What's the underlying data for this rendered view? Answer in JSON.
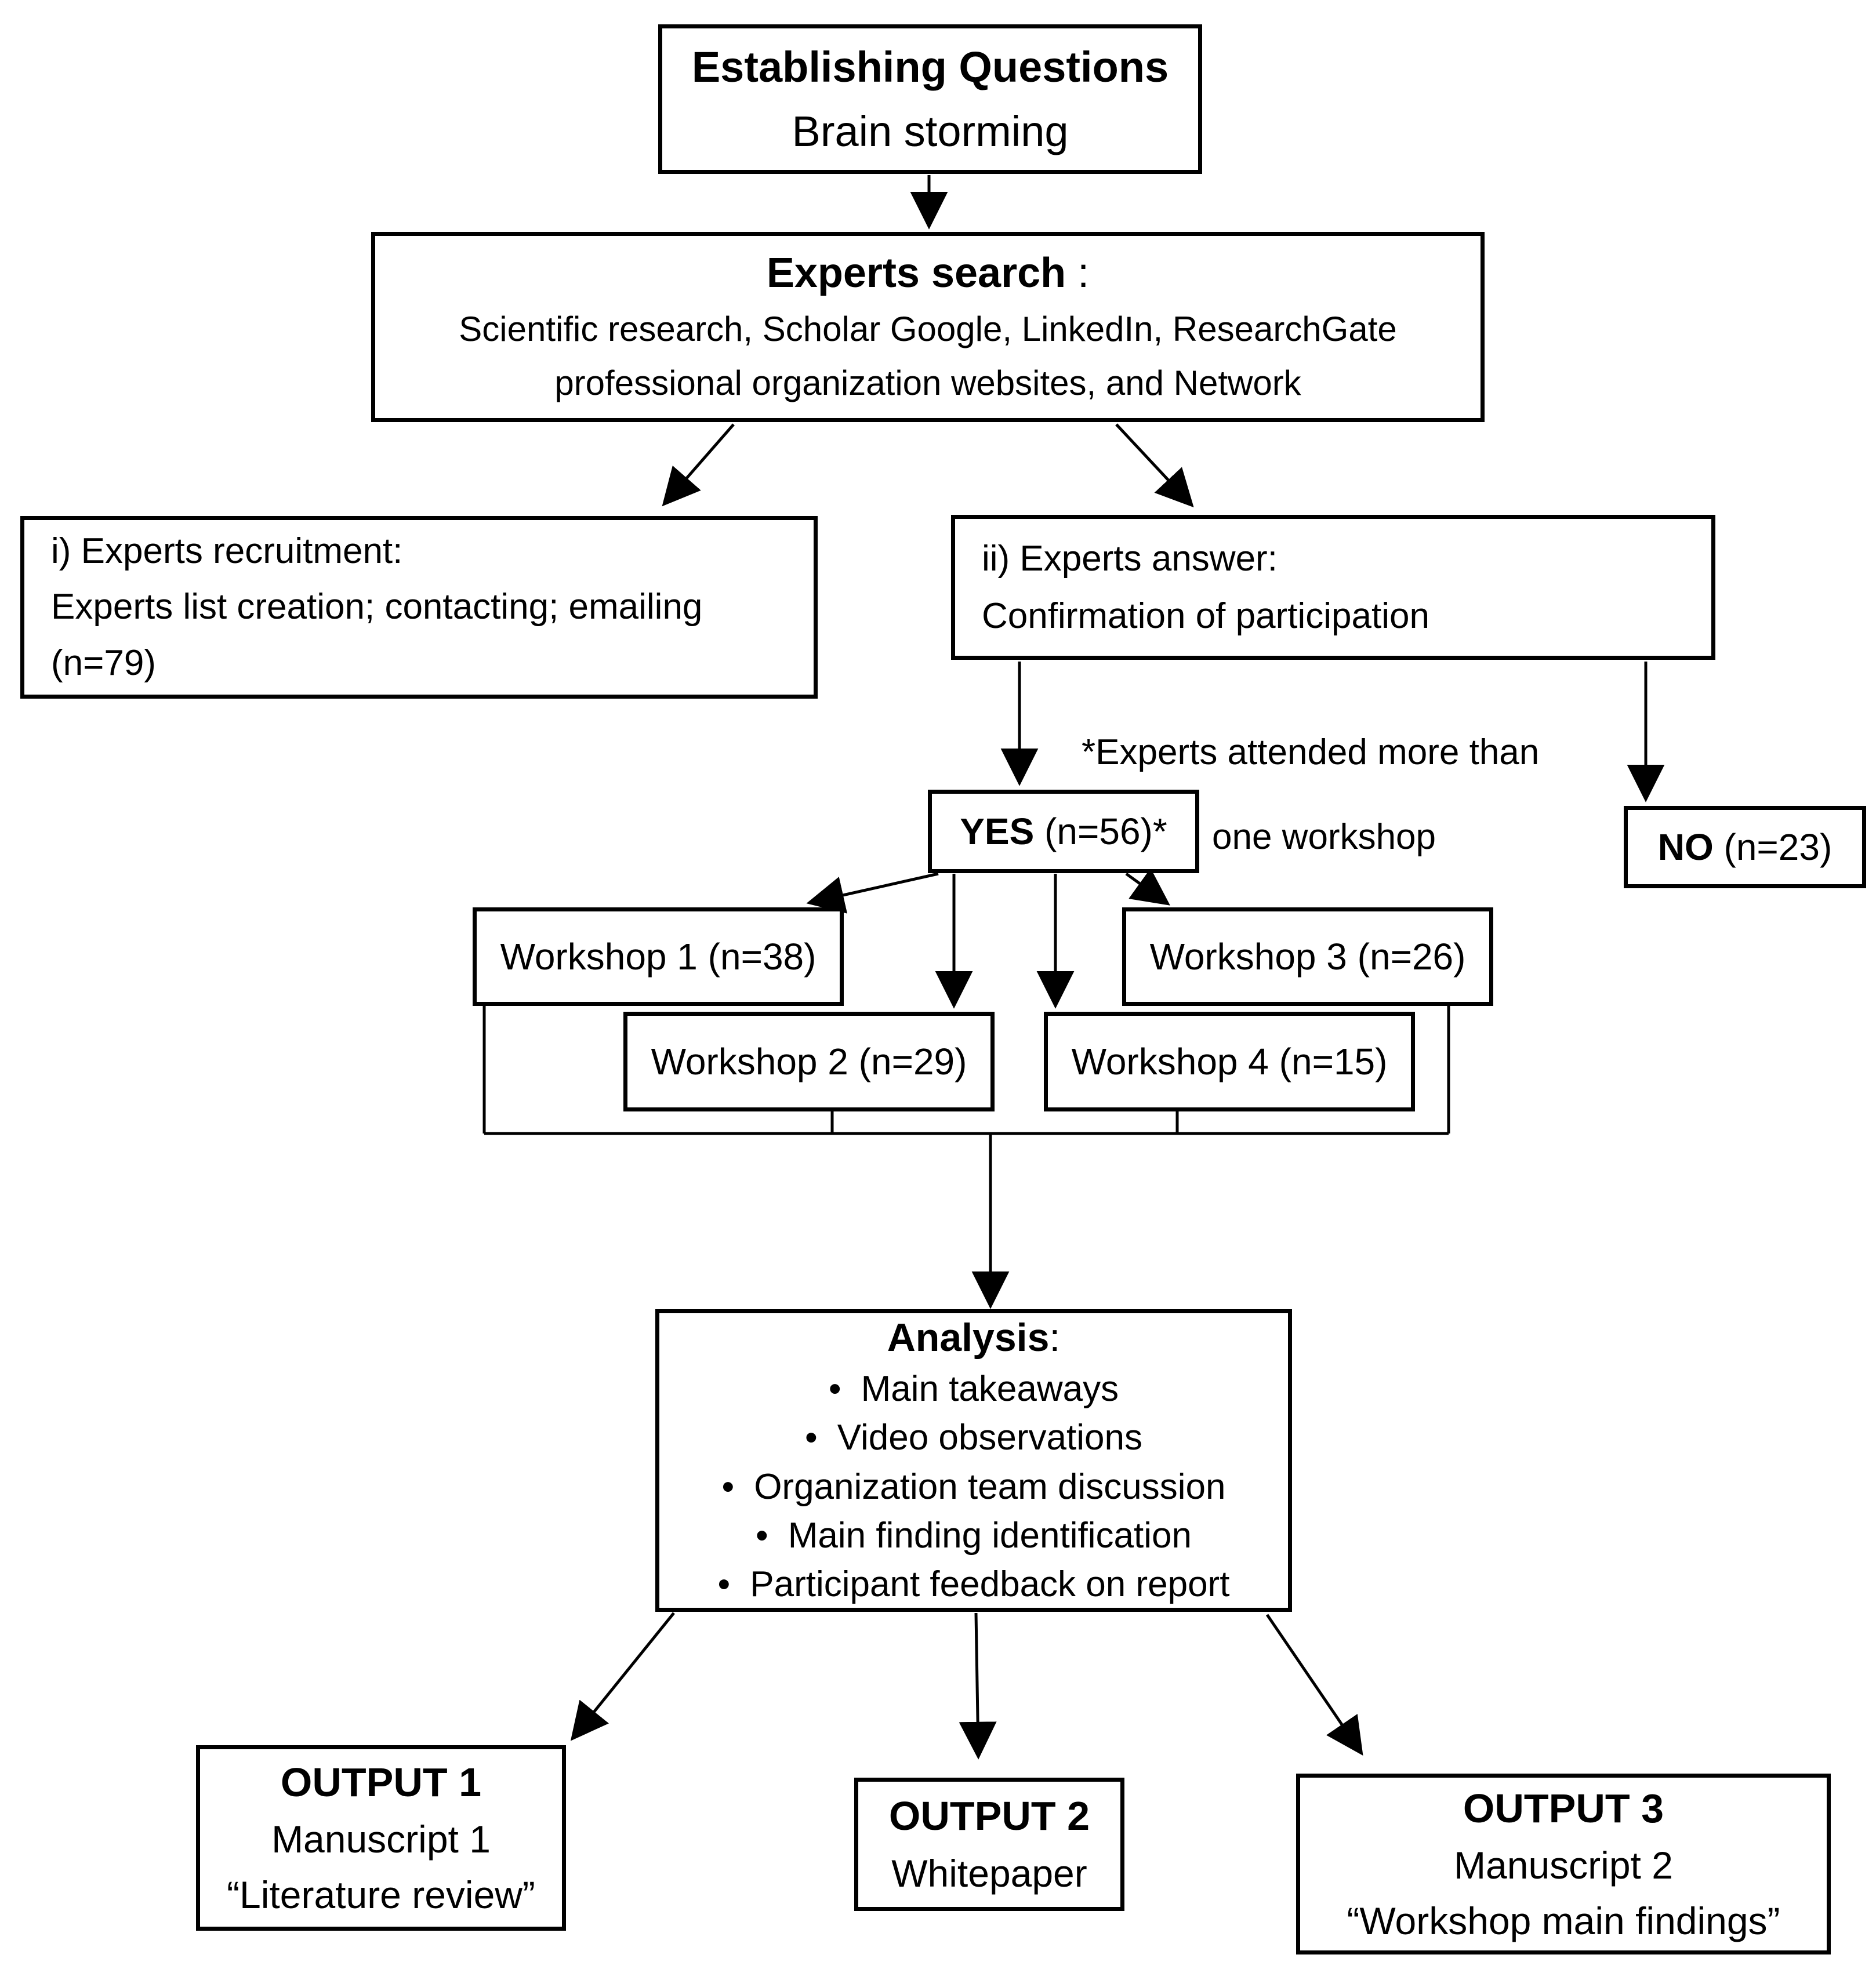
{
  "diagram": {
    "establishing": {
      "title": "Establishing Questions",
      "subtitle": "Brain storming"
    },
    "search": {
      "title": "Experts search",
      "title_suffix": " :",
      "line1": "Scientific research, Scholar Google, LinkedIn, ResearchGate",
      "line2": "professional organization websites, and Network"
    },
    "recruitment": {
      "line1": "i) Experts recruitment:",
      "line2": "Experts list creation; contacting; emailing",
      "line3": "(n=79)"
    },
    "answer": {
      "line1": "ii) Experts answer:",
      "line2": "Confirmation of participation"
    },
    "yes": {
      "bold": "YES",
      "rest": " (n=56)*"
    },
    "no": {
      "bold": "NO",
      "rest": " (n=23)"
    },
    "note": {
      "line1": "*Experts attended more than",
      "line2": "one workshop"
    },
    "workshops": {
      "w1": "Workshop 1 (n=38)",
      "w2": "Workshop 2 (n=29)",
      "w3": "Workshop 3 (n=26)",
      "w4": "Workshop 4 (n=15)"
    },
    "analysis": {
      "title": "Analysis",
      "title_suffix": ":",
      "bullet_char": "•",
      "bullets": [
        "Main takeaways",
        "Video observations",
        "Organization team discussion",
        "Main finding identification",
        "Participant feedback on report"
      ]
    },
    "outputs": {
      "out1": {
        "title": "OUTPUT 1",
        "line2": "Manuscript 1",
        "line3": "“Literature review”"
      },
      "out2": {
        "title": "OUTPUT 2",
        "line2": "Whitepaper"
      },
      "out3": {
        "title": "OUTPUT 3",
        "line2": "Manuscript 2",
        "line3": "“Workshop main findings”"
      }
    },
    "colors": {
      "background": "#ffffff",
      "text": "#000000",
      "box_border": "#000000",
      "connector": "#000000"
    }
  }
}
